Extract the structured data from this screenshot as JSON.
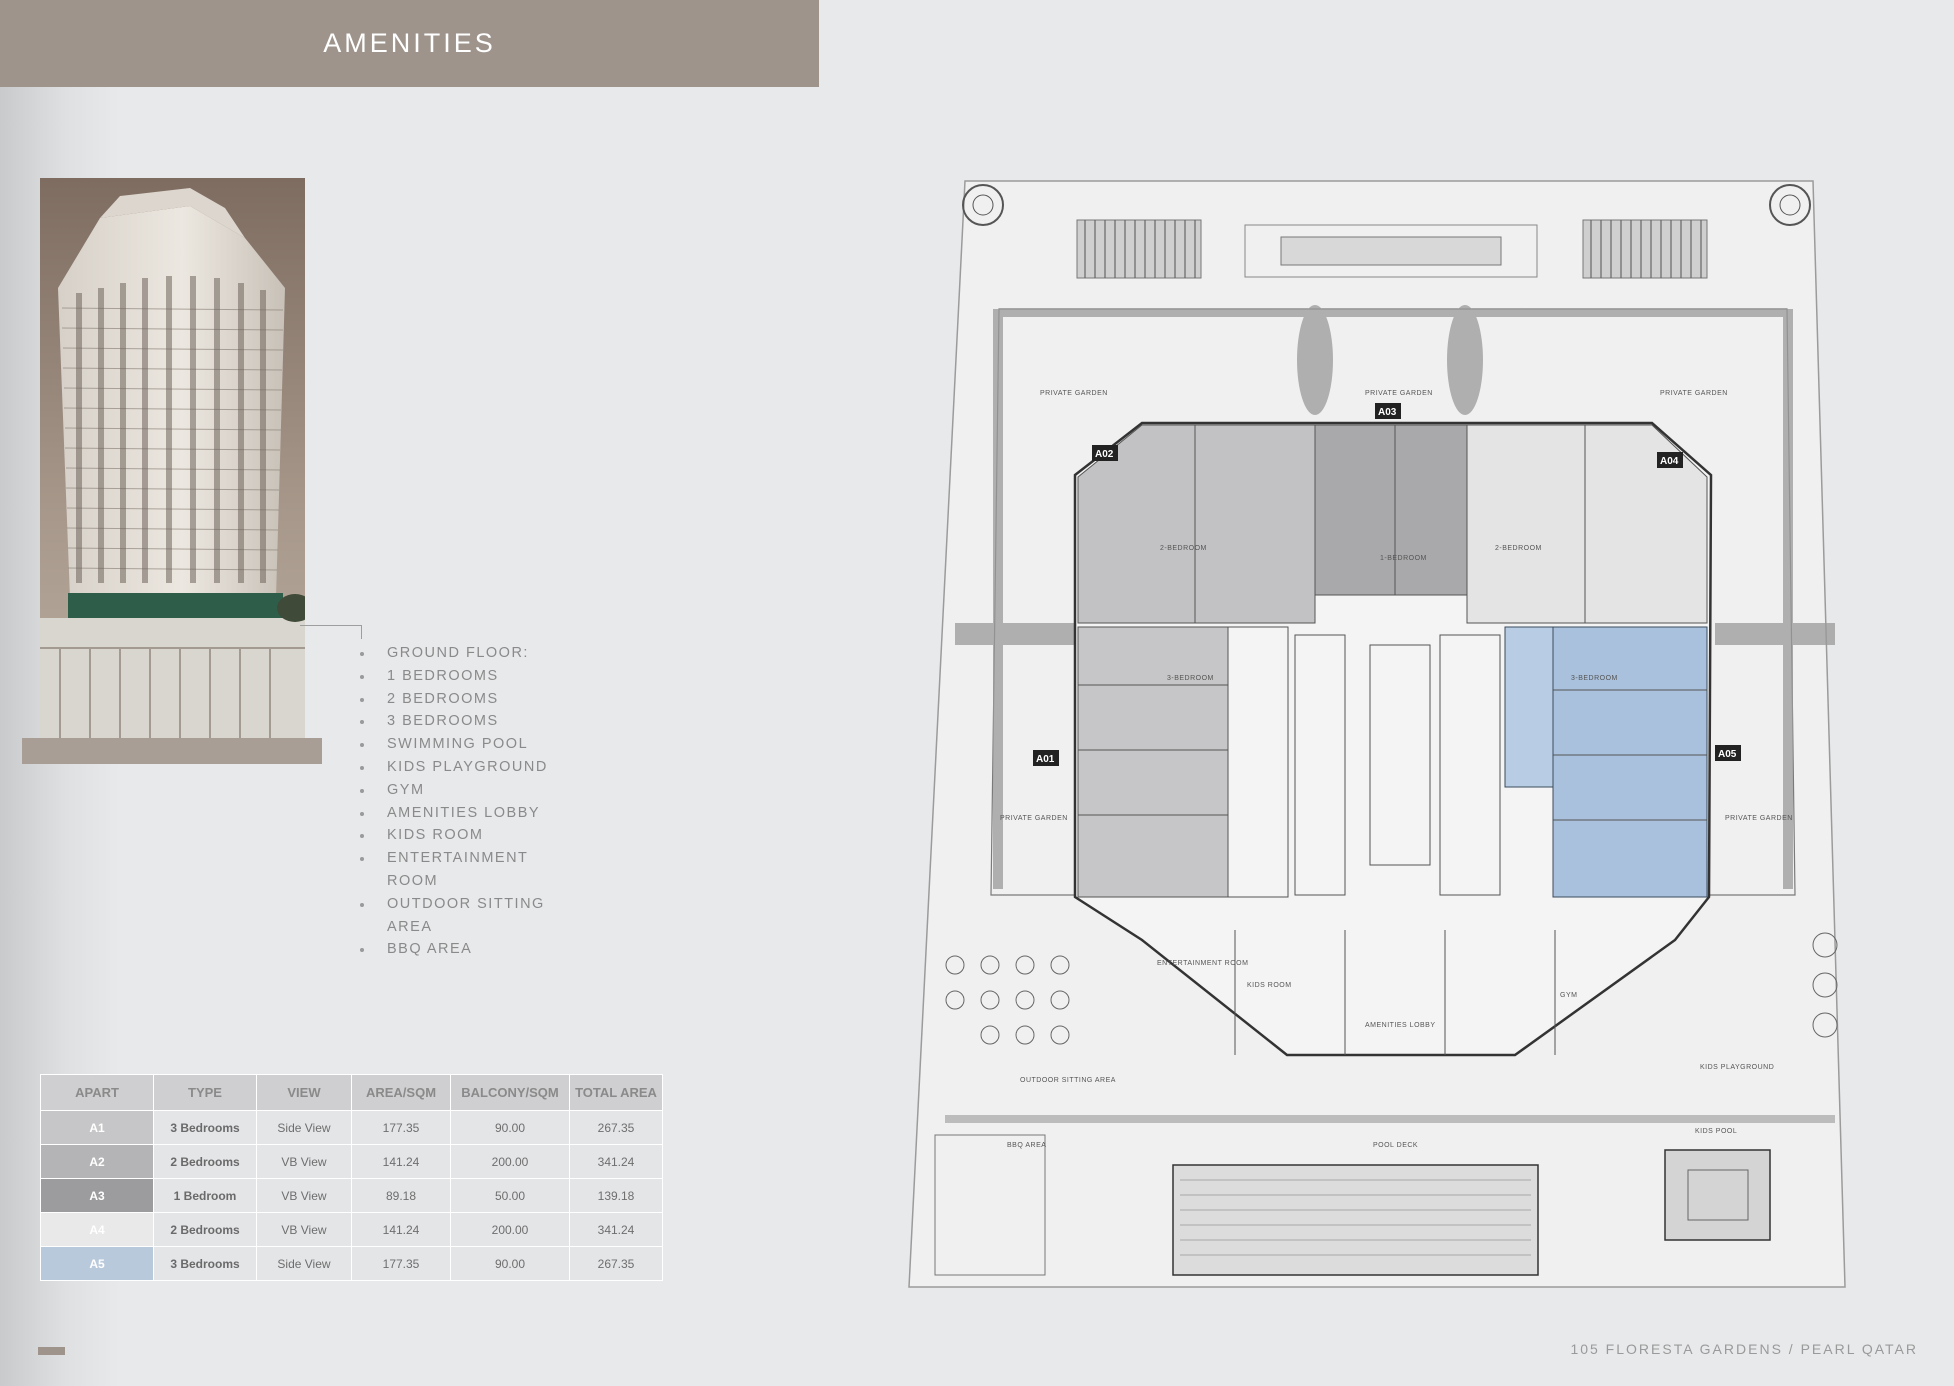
{
  "header": {
    "title": "AMENITIES"
  },
  "amenities": {
    "items": [
      "GROUND FLOOR:",
      "1 BEDROOMS",
      "2 BEDROOMS",
      "3 BEDROOMS",
      "SWIMMING POOL",
      "KIDS PLAYGROUND",
      "GYM",
      "AMENITIES LOBBY",
      "KIDS ROOM",
      "ENTERTAINMENT ROOM",
      "OUTDOOR SITTING AREA",
      "BBQ AREA"
    ]
  },
  "table": {
    "headers": [
      "APART",
      "TYPE",
      "VIEW",
      "AREA/SQM",
      "BALCONY/SQM",
      "TOTAL AREA"
    ],
    "rows": [
      {
        "apart": "A1",
        "type": "3 Bedrooms",
        "view": "Side View",
        "area": "177.35",
        "balcony": "90.00",
        "total": "267.35",
        "swatch": "#c6c6c8"
      },
      {
        "apart": "A2",
        "type": "2 Bedrooms",
        "view": "VB View",
        "area": "141.24",
        "balcony": "200.00",
        "total": "341.24",
        "swatch": "#b4b4b6"
      },
      {
        "apart": "A3",
        "type": "1 Bedroom",
        "view": "VB View",
        "area": "89.18",
        "balcony": "50.00",
        "total": "139.18",
        "swatch": "#9c9c9e"
      },
      {
        "apart": "A4",
        "type": "2 Bedrooms",
        "view": "VB View",
        "area": "141.24",
        "balcony": "200.00",
        "total": "341.24",
        "swatch": "#e9e9ea"
      },
      {
        "apart": "A5",
        "type": "3 Bedrooms",
        "view": "Side View",
        "area": "177.35",
        "balcony": "90.00",
        "total": "267.35",
        "swatch": "#b9c9dc"
      }
    ]
  },
  "plan": {
    "unit_tags": [
      "A01",
      "A02",
      "A03",
      "A04",
      "A05"
    ],
    "labels": {
      "private_garden_tl": "PRIVATE GARDEN",
      "private_garden_top": "PRIVATE GARDEN",
      "private_garden_tr": "PRIVATE GARDEN",
      "private_garden_left": "PRIVATE GARDEN",
      "private_garden_right": "PRIVATE GARDEN",
      "bedroom_a02": "2-BEDROOM",
      "bedroom_a03": "1-BEDROOM",
      "bedroom_a04": "2-BEDROOM",
      "bedroom_a01": "3-BEDROOM",
      "bedroom_a05": "3-BEDROOM",
      "entertainment_room": "ENTERTAINMENT ROOM",
      "kids_room": "KIDS ROOM",
      "amenities_lobby": "AMENITIES LOBBY",
      "gym": "GYM",
      "kids_playground": "KIDS PLAYGROUND",
      "outdoor_sitting_area": "OUTDOOR SITTING AREA",
      "bbq_area": "BBQ AREA",
      "pool_deck": "POOL DECK",
      "kids_pool": "KIDS POOL"
    },
    "colors": {
      "grey_unit": "#b9b9bb",
      "light_grey_unit": "#c8c8ca",
      "blue_unit": "#a9c1dc",
      "tag_bg": "#222222"
    }
  },
  "footer": {
    "text": "105 FLORESTA GARDENS / PEARL QATAR"
  }
}
